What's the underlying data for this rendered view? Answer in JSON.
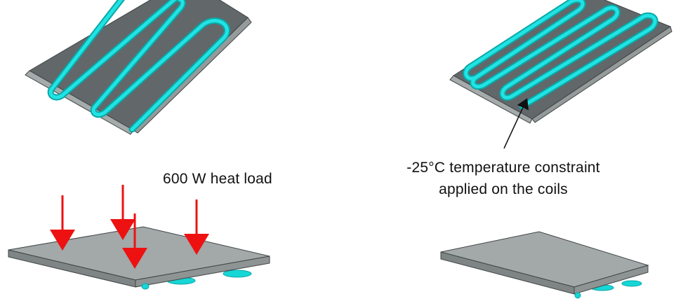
{
  "colors": {
    "plate_top": "#9fa3a3",
    "plate_side": "#7d8282",
    "plate_dark": "#5b6060",
    "plate_edge": "#3f4444",
    "coil": "#17d6d6",
    "coil_shade": "#0aa7a7",
    "arrow": "#ee1111",
    "callout": "#111111"
  },
  "labels": {
    "heat_load": "600 W heat load",
    "constraint_line1": "-25°C temperature constraint",
    "constraint_line2": "applied on the coils"
  },
  "icons": {
    "load_arrow": "down-arrow-icon",
    "callout_arrow": "callout-arrow-icon"
  }
}
